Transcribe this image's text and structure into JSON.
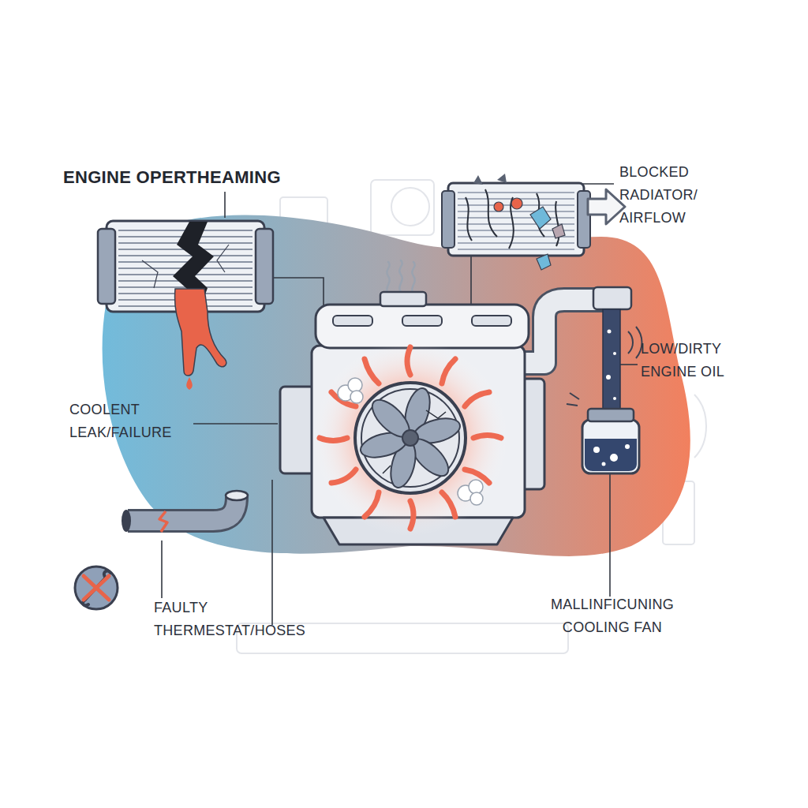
{
  "diagram": {
    "title": "ENGINE OPERTHEAMING",
    "labels": [
      "BLOCKED RADIATOR/ AIRFLOW",
      "LOW/DIRTY ENGINE OIL",
      "COOLENT LEAK/FAILURE",
      "FAULTY THERMESTAT/HOSES",
      "MALLINFICUNING COOLING FAN"
    ]
  }
}
